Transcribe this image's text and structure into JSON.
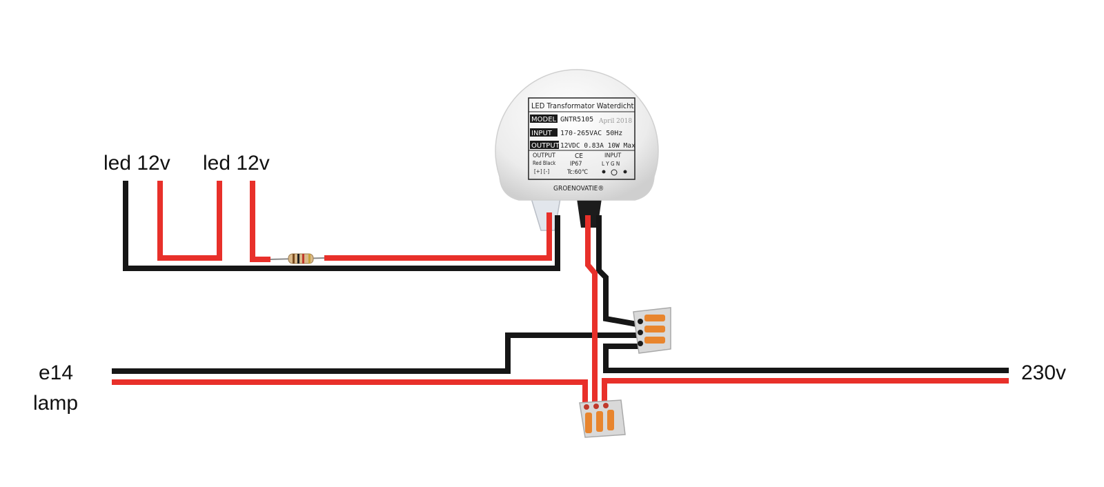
{
  "labels": {
    "led_1": "led 12v",
    "led_2": "led 12v",
    "lamp_line1": "e14",
    "lamp_line2": "lamp",
    "mains": "230v"
  },
  "transformer": {
    "title": "LED Transformator Waterdicht",
    "model_label": "MODEL",
    "model_value": "GNTR5105",
    "date": "April 2018",
    "input_label": "INPUT",
    "input_value": "170-265VAC 50Hz",
    "output_label": "OUTPUT",
    "output_value": "12VDC 0.83A 10W Max",
    "out_heading": "OUTPUT",
    "out_colors": "Red  Black",
    "out_polarity": "[+]  [-]",
    "ce_mark": "CE",
    "ip_rating": "IP67",
    "tc_rating": "Tc:60℃",
    "in_heading": "INPUT",
    "in_terminals": "L  Y G  N",
    "brand": "GROENOVATIE®"
  },
  "colors": {
    "live_wire": "#e8302a",
    "neutral_wire": "#161616",
    "connector_lever": "#e8852e",
    "connector_body": "#d9d9d9",
    "transformer_body": "#ececec"
  },
  "icons": {
    "resistor": "resistor-icon",
    "wago_connector": "lever-connector-icon"
  }
}
